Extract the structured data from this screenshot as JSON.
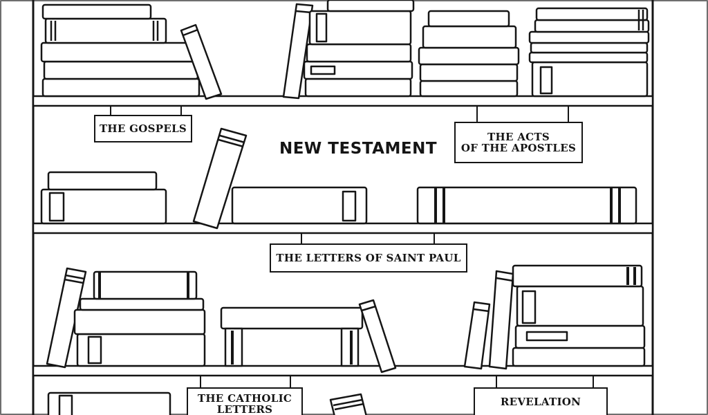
{
  "title": "NEW TESTAMENT",
  "labels": {
    "gospels": "THE GOSPELS",
    "acts_line1": "THE ACTS",
    "acts_line2": "OF THE APOSTLES",
    "letters_paul": "THE LETTERS OF SAINT PAUL",
    "catholic_line1": "THE CATHOLIC",
    "catholic_line2": "LETTERS",
    "revelation": "REVELATION"
  },
  "colors": {
    "ink": "#151515",
    "paper": "#ffffff",
    "frame": "#6e6e6e"
  }
}
